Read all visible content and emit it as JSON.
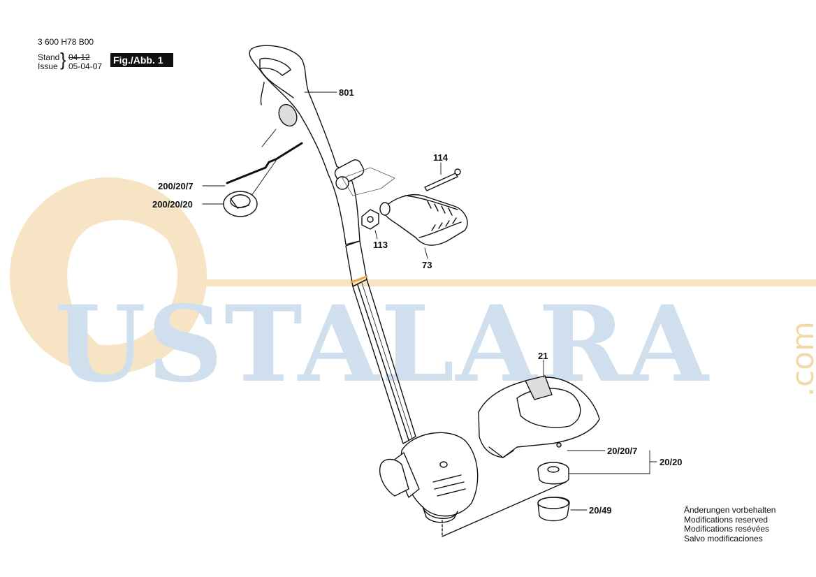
{
  "header": {
    "doc_number": "3 600 H78 B00",
    "stand_label": "Stand",
    "issue_label": "Issue",
    "stand_value": "04-12",
    "issue_value": "05-04-07",
    "figure_label": "Fig./Abb. 1"
  },
  "watermark": {
    "brand": "USTALARA",
    "suffix": ".com",
    "colors": {
      "letters": "#cfdfee",
      "swoosh": "#f6e4c4"
    }
  },
  "parts": {
    "p801": "801",
    "p114": "114",
    "p200_20_7": "200/20/7",
    "p200_20_20": "200/20/20",
    "p113": "113",
    "p73": "73",
    "p21": "21",
    "p20_20_7": "20/20/7",
    "p20_20": "20/20",
    "p20_49": "20/49"
  },
  "notice": {
    "line1": "Änderungen vorbehalten",
    "line2": "Modifications reserved",
    "line3": "Modifications resévées",
    "line4": "Salvo modificaciones"
  }
}
